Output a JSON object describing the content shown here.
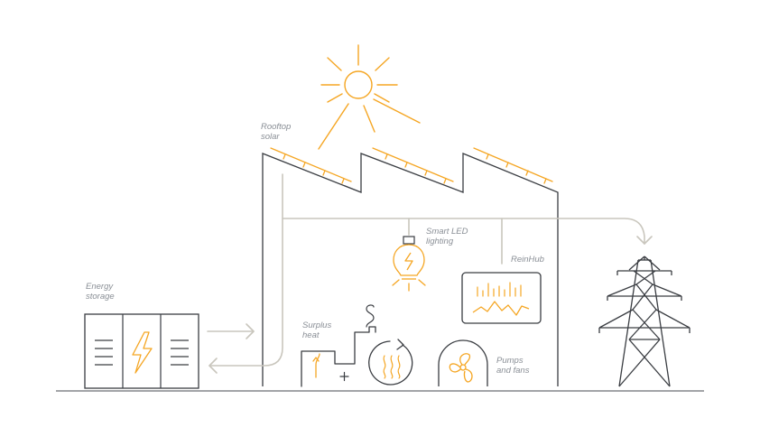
{
  "labels": {
    "rooftop_solar": [
      "Rooftop",
      "solar"
    ],
    "smart_led": [
      "Smart LED",
      "lighting"
    ],
    "reinhub": "ReinHub",
    "energy_storage": [
      "Energy",
      "storage"
    ],
    "surplus_heat": [
      "Surplus",
      "heat"
    ],
    "pumps_fans": [
      "Pumps",
      "and fans"
    ]
  },
  "colors": {
    "accent": "#f5a623",
    "outline": "#3a3d42",
    "flow": "#c9c6bd",
    "label": "#8a8f96"
  },
  "icons": [
    "sun-icon",
    "light-bulb-icon",
    "lightning-icon",
    "heat-recovery-icon",
    "fan-icon",
    "power-pylon-icon",
    "monitor-icon"
  ]
}
